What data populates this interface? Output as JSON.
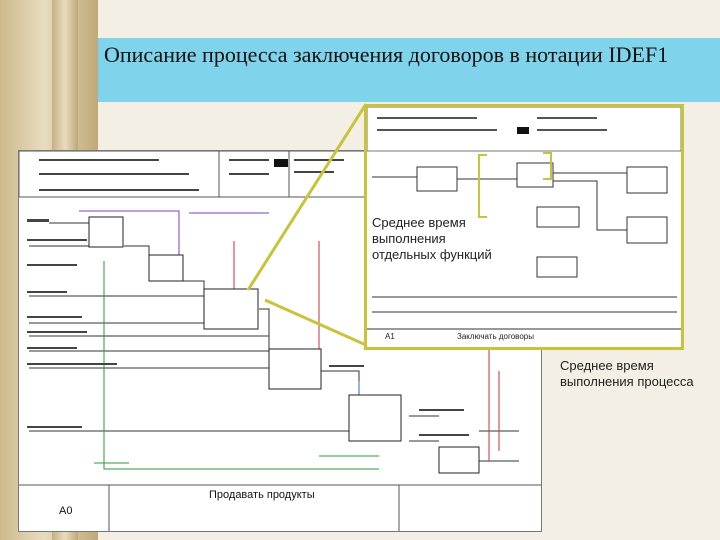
{
  "title": "Описание процесса заключения договоров в нотации IDEF1",
  "callouts": {
    "functions": "Среднее время выполнения отдельных функций",
    "process": "Среднее время выполнения процесса"
  },
  "diagram": {
    "footer_title": "Продавать продукты",
    "node": "A0",
    "inset_node": "A1",
    "inset_footer": "Заключать договоры"
  },
  "colors": {
    "title_bg": "#7fd3ea",
    "highlight": "#c7c43a"
  }
}
